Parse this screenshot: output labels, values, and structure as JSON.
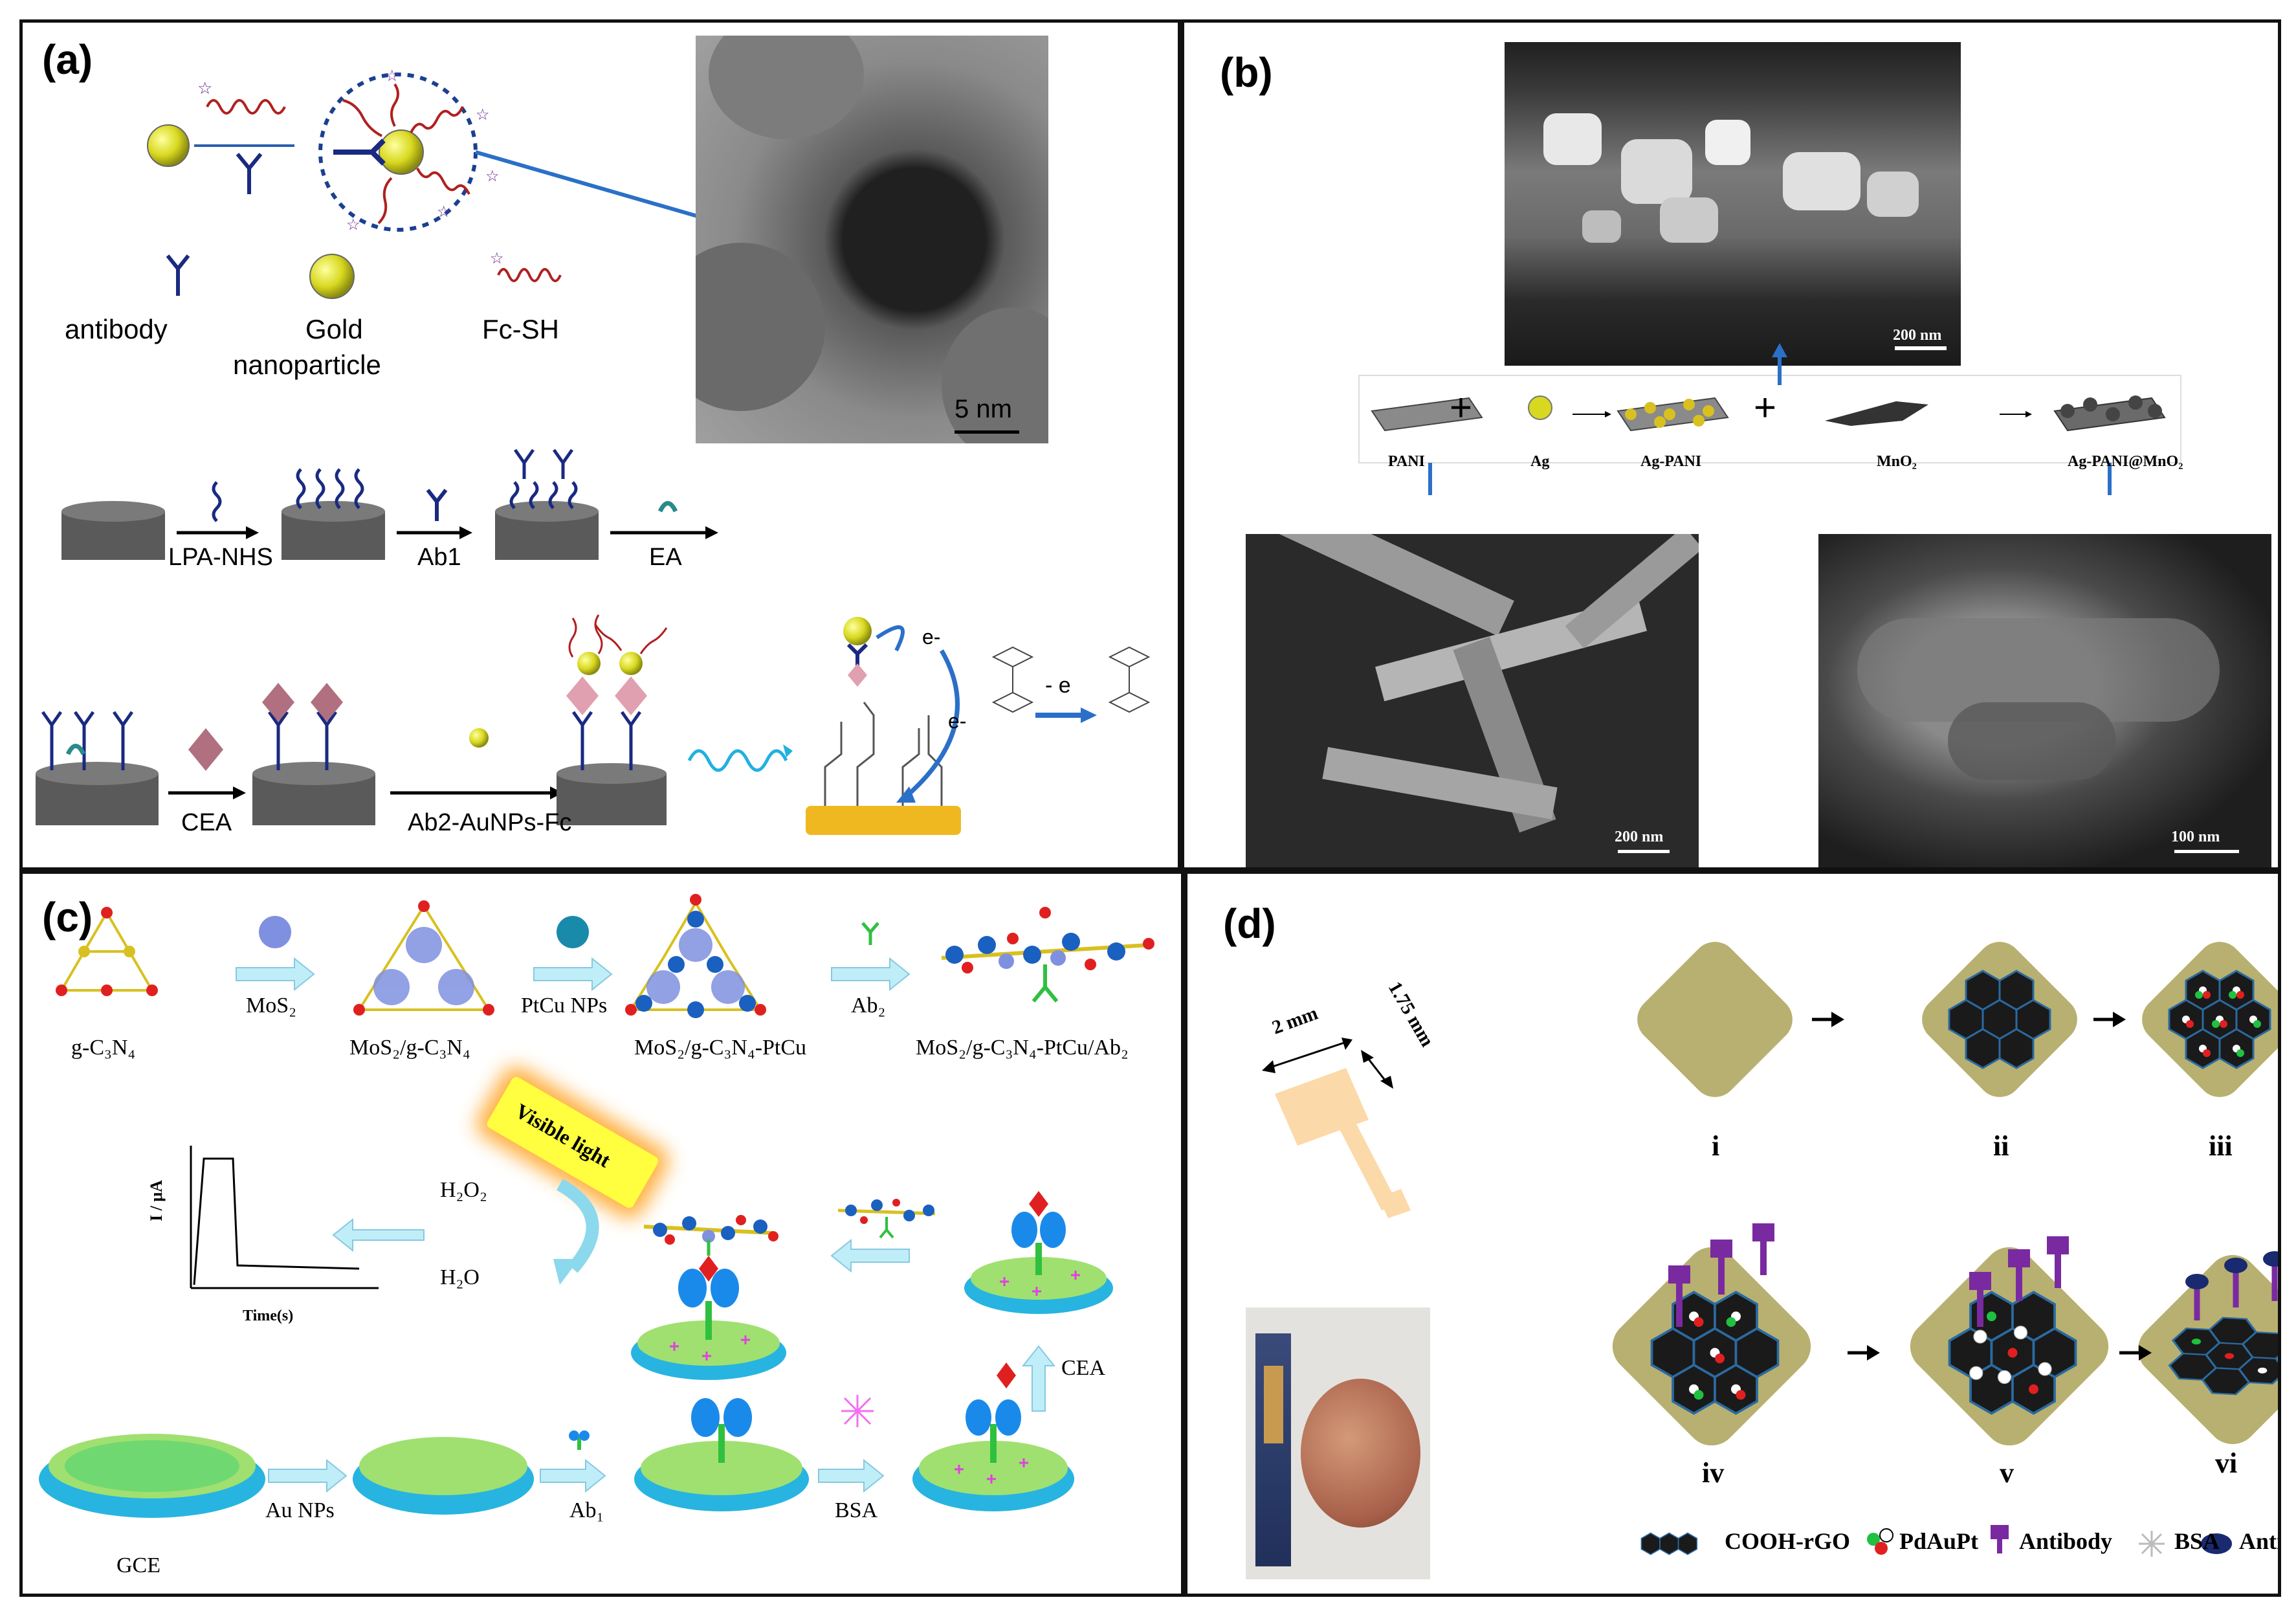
{
  "panels": {
    "a": {
      "label": "(a)",
      "legend": {
        "antibody": "antibody",
        "gold": "Gold",
        "gold2": "nanoparticle",
        "fcsh": "Fc-SH"
      },
      "tem_scale": "5 nm",
      "steps": {
        "s1": "LPA-NHS",
        "s2": "Ab1",
        "s3": "EA",
        "s4": "CEA",
        "s5": "Ab2-AuNPs-Fc"
      },
      "electron": "e-",
      "oxidation": "- e"
    },
    "b": {
      "label": "(b)",
      "sem_top_scale": "200 nm",
      "sem_left_scale": "200 nm",
      "sem_right_scale": "100 nm",
      "labels": {
        "pani": "PANI",
        "ag": "Ag",
        "agpani": "Ag-PANI",
        "mno2": "MnO₂",
        "final": "Ag-PANI@MnO₂"
      }
    },
    "c": {
      "label": "(c)",
      "top": {
        "gc3n4": "g-C₃N₄",
        "mos2": "MoS₂",
        "mos2gc3n4": "MoS₂/g-C₃N₄",
        "ptcu": "PtCu NPs",
        "mos2ptcu": "MoS₂/g-C₃N₄-PtCu",
        "ab2": "Ab₂",
        "final": "MoS₂/g-C₃N₄-PtCu/Ab₂"
      },
      "visible_light": "Visible light",
      "h2o2": "H₂O₂",
      "h2o": "H₂O",
      "ylabel": "I / μA",
      "xlabel": "Time(s)",
      "bottom": {
        "gce": "GCE",
        "aunps": "Au NPs",
        "ab1": "Ab₁",
        "bsa": "BSA",
        "cea": "CEA"
      }
    },
    "d": {
      "label": "(d)",
      "dim1": "2 mm",
      "dim2": "1.75 mm",
      "steps": [
        "i",
        "ii",
        "iii",
        "iv",
        "v",
        "vi"
      ],
      "legend": {
        "rgo": "COOH-rGO",
        "pdaupt": "PdAuPt",
        "antibody": "Antibody",
        "bsa": "BSA",
        "antigen": "Antigen"
      }
    }
  },
  "colors": {
    "gold": "#d8d82a",
    "gce_blue": "#28b4e0",
    "gce_green": "#a0e070",
    "hex_dark": "#1a1a1a",
    "diamond": "#b8b070",
    "arrow_blue": "#2a7fd0",
    "cyan_arrow": "#bfeef8"
  }
}
